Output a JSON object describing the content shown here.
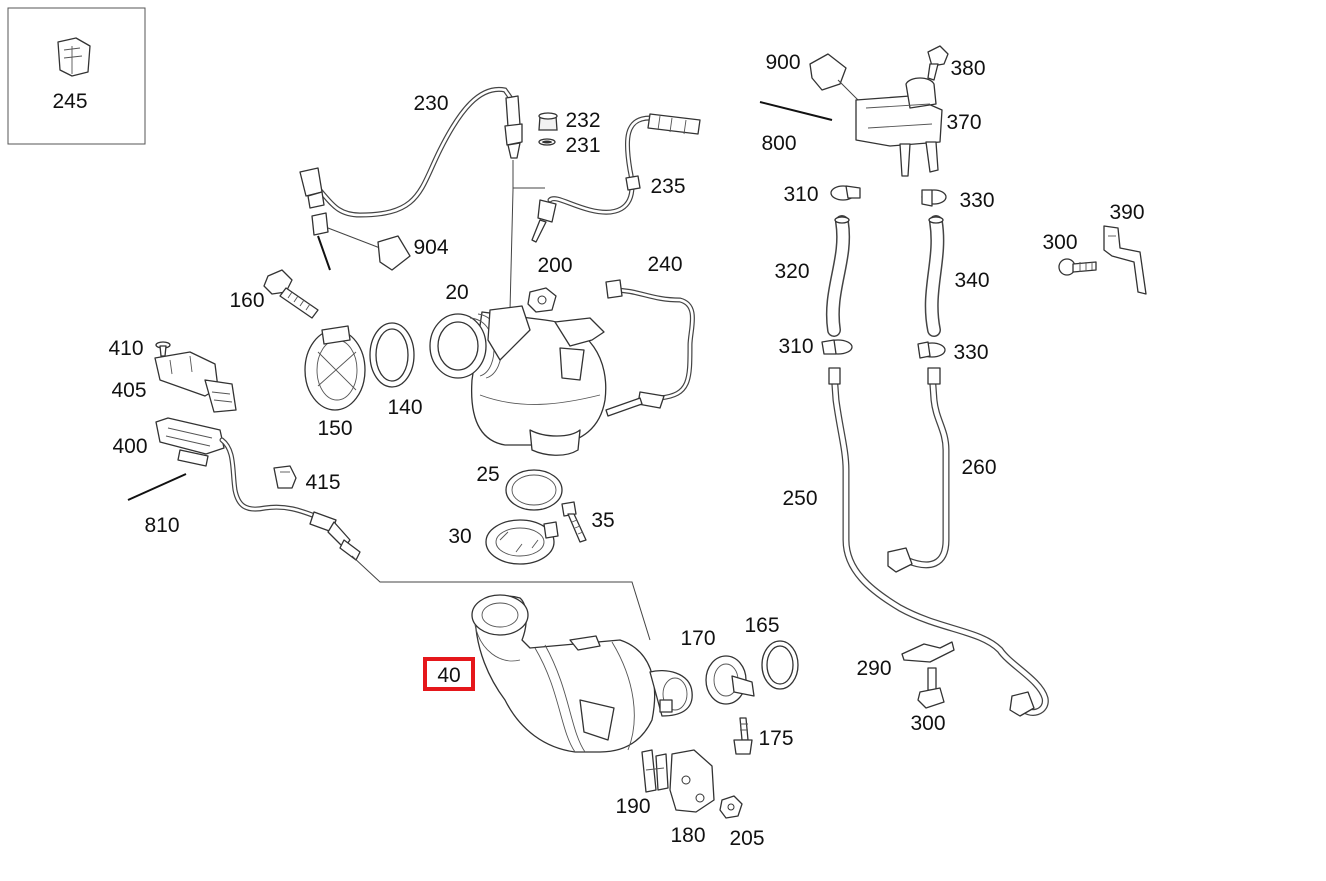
{
  "diagram": {
    "highlight_color": "#e5171b",
    "highlighted_part": "40",
    "inset_label": "245",
    "labels": {
      "p900": "900",
      "p380": "380",
      "p370": "370",
      "p800": "800",
      "p230": "230",
      "p232": "232",
      "p231": "231",
      "p235": "235",
      "p904": "904",
      "p200": "200",
      "p240": "240",
      "p20": "20",
      "p160": "160",
      "p410": "410",
      "p405": "405",
      "p400": "400",
      "p810": "810",
      "p415": "415",
      "p150": "150",
      "p140": "140",
      "p25": "25",
      "p35": "35",
      "p30": "30",
      "p310a": "310",
      "p330a": "330",
      "p320": "320",
      "p340": "340",
      "p390": "390",
      "p300a": "300",
      "p310b": "310",
      "p330b": "330",
      "p260": "260",
      "p250": "250",
      "p290": "290",
      "p300b": "300",
      "p40": "40",
      "p170": "170",
      "p165": "165",
      "p175": "175",
      "p190": "190",
      "p180": "180",
      "p205": "205"
    }
  }
}
